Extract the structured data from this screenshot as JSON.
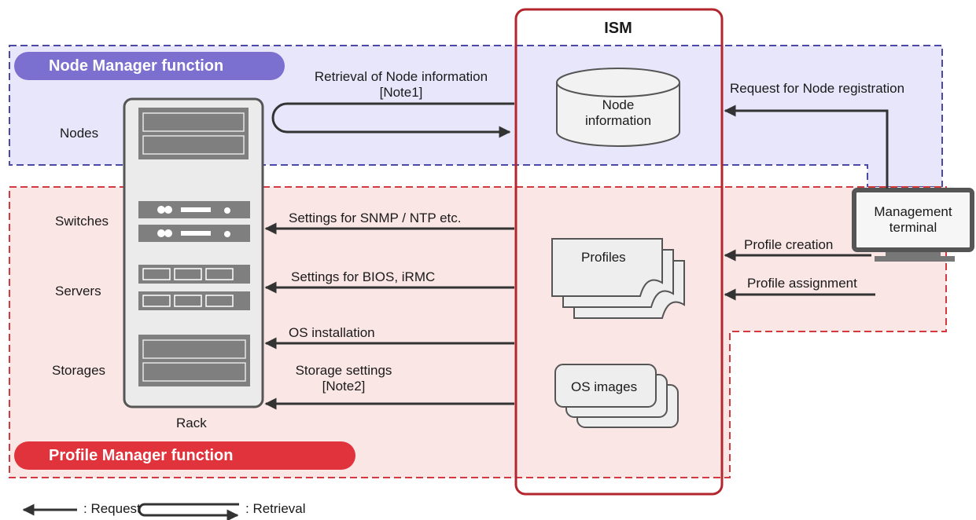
{
  "ism_title": "ISM",
  "node_manager": {
    "title": "Node Manager function",
    "color": "#7b6fcf",
    "area_fill": "#e8e6fb"
  },
  "profile_manager": {
    "title": "Profile Manager function",
    "color": "#e0333c",
    "area_fill": "#fbe6e6"
  },
  "ism_border_color": "#b3262e",
  "rack": {
    "label": "Rack",
    "sections": [
      "Nodes",
      "Switches",
      "Servers",
      "Storages"
    ]
  },
  "ism_items": {
    "node_info": "Node\ninformation",
    "profiles": "Profiles",
    "os_images": "OS images"
  },
  "arrows": {
    "retrieval": "Retrieval of Node information\n[Note1]",
    "snmp": "Settings for SNMP / NTP etc.",
    "bios": "Settings for BIOS, iRMC",
    "os_install": "OS installation",
    "storage": "Storage settings\n[Note2]",
    "request_node_reg": "Request for Node registration",
    "profile_creation": "Profile creation",
    "profile_assignment": "Profile assignment"
  },
  "terminal": {
    "label": "Management\nterminal"
  },
  "legend": {
    "request": ": Request",
    "retrieval": ": Retrieval"
  }
}
